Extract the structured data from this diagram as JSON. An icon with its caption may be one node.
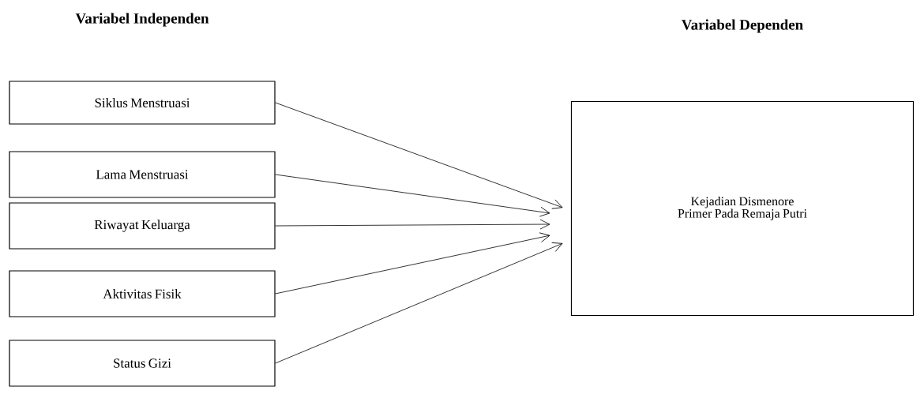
{
  "diagram": {
    "nodes": [
      {
        "text": [
          "Siklus Menstruasi"
        ]
      },
      {
        "text": [
          "Lama Menstruasi"
        ]
      },
      {
        "text": [
          "Riwayat Keluarga"
        ]
      },
      {
        "text": [
          "Aktivitas Fisik"
        ]
      },
      {
        "text": [
          "Status Gizi"
        ]
      },
      {
        "text": [
          "Kejadian Dismenore Primer Pada Remaja Putri"
        ]
      }
    ],
    "edges": [
      {
        "from": 0,
        "to": 5,
        "arrow": "to"
      },
      {
        "from": 1,
        "to": 5,
        "arrow": "to"
      },
      {
        "from": 2,
        "to": 5,
        "arrow": "to"
      },
      {
        "from": 3,
        "to": 5,
        "arrow": "to"
      },
      {
        "from": 4,
        "to": 5,
        "arrow": "to"
      }
    ],
    "labels": [
      "Variabel Independen",
      "Variabel Dependen"
    ]
  }
}
